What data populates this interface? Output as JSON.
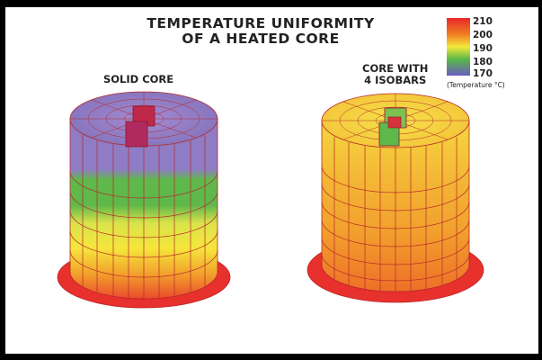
{
  "figure": {
    "title_line1": "TEMPERATURE UNIFORMITY",
    "title_line2": "OF A HEATED CORE",
    "left_label": "SOLID CORE",
    "right_label_line1": "CORE WITH",
    "right_label_line2": "4 ISOBARS"
  },
  "legend": {
    "ticks": [
      "210",
      "200",
      "190",
      "180",
      "170"
    ],
    "caption": "(Temperature °C)",
    "colors": [
      "#e8282a",
      "#f07c22",
      "#f4e83a",
      "#58b848",
      "#8a6cc0"
    ]
  },
  "colors": {
    "solid_core_bands": [
      "#8f7cc4",
      "#8f7cc4",
      "#58b848",
      "#d9e34a",
      "#f5e63c",
      "#f2a22c",
      "#ea4a2c"
    ],
    "isobar_core_bands": [
      "#f5d83e",
      "#f3b635",
      "#f2a02d",
      "#f08a2a",
      "#ee6f28"
    ],
    "base": "#e8302c",
    "grid_line": "#b7282a"
  }
}
